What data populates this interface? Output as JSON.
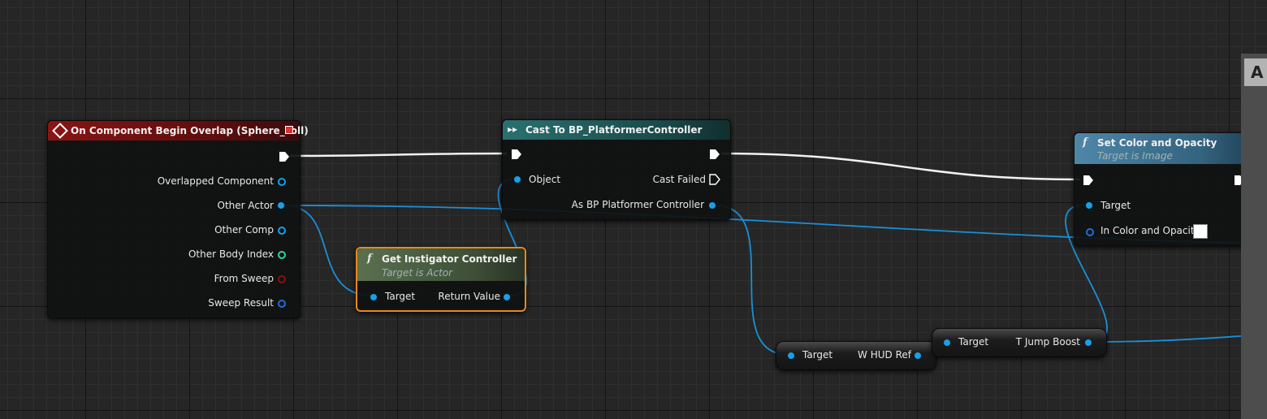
{
  "overlap_node": {
    "title": "On Component Begin Overlap (Sphere_coll)",
    "pins": [
      "Overlapped Component",
      "Other Actor",
      "Other Comp",
      "Other Body Index",
      "From Sweep",
      "Sweep Result"
    ]
  },
  "cast_node": {
    "title": "Cast To BP_PlatformerController",
    "object_label": "Object",
    "cast_failed_label": "Cast Failed",
    "as_label": "As BP Platformer Controller"
  },
  "instigator_node": {
    "title": "Get Instigator Controller",
    "subtitle": "Target is Actor",
    "target_label": "Target",
    "return_label": "Return Value"
  },
  "set_color_node": {
    "title": "Set Color and Opacity",
    "subtitle": "Target is Image",
    "target_label": "Target",
    "color_label": "In Color and Opacity"
  },
  "hud_ref_node": {
    "target_label": "Target",
    "output_label": "W HUD Ref"
  },
  "jump_boost_node": {
    "target_label": "Target",
    "output_label": "T Jump Boost"
  },
  "overlay_tab": {
    "label": "A"
  },
  "colors": {
    "event_header": "#7a1010",
    "cast_header": "#1f5a5a",
    "pure_header": "#4c5e43",
    "func_header": "#3c6b86",
    "object_pin": "#17a0e8",
    "selected_border": "#e8891a"
  }
}
